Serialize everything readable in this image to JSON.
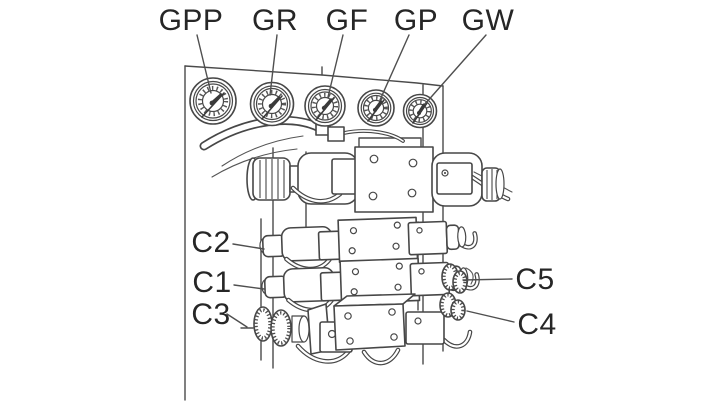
{
  "diagram": {
    "kind": "hydraulic-control-panel-line-drawing",
    "background_color": "#ffffff",
    "line_color": "#474747",
    "label_color": "#262626",
    "gauge_labels": [
      {
        "id": "gpp",
        "text": "GPP"
      },
      {
        "id": "gr",
        "text": "GR"
      },
      {
        "id": "gf",
        "text": "GF"
      },
      {
        "id": "gp",
        "text": "GP"
      },
      {
        "id": "gw",
        "text": "GW"
      }
    ],
    "component_labels": [
      {
        "id": "c2",
        "text": "C2"
      },
      {
        "id": "c1",
        "text": "C1"
      },
      {
        "id": "c3",
        "text": "C3"
      },
      {
        "id": "c5",
        "text": "C5"
      },
      {
        "id": "c4",
        "text": "C4"
      }
    ]
  }
}
